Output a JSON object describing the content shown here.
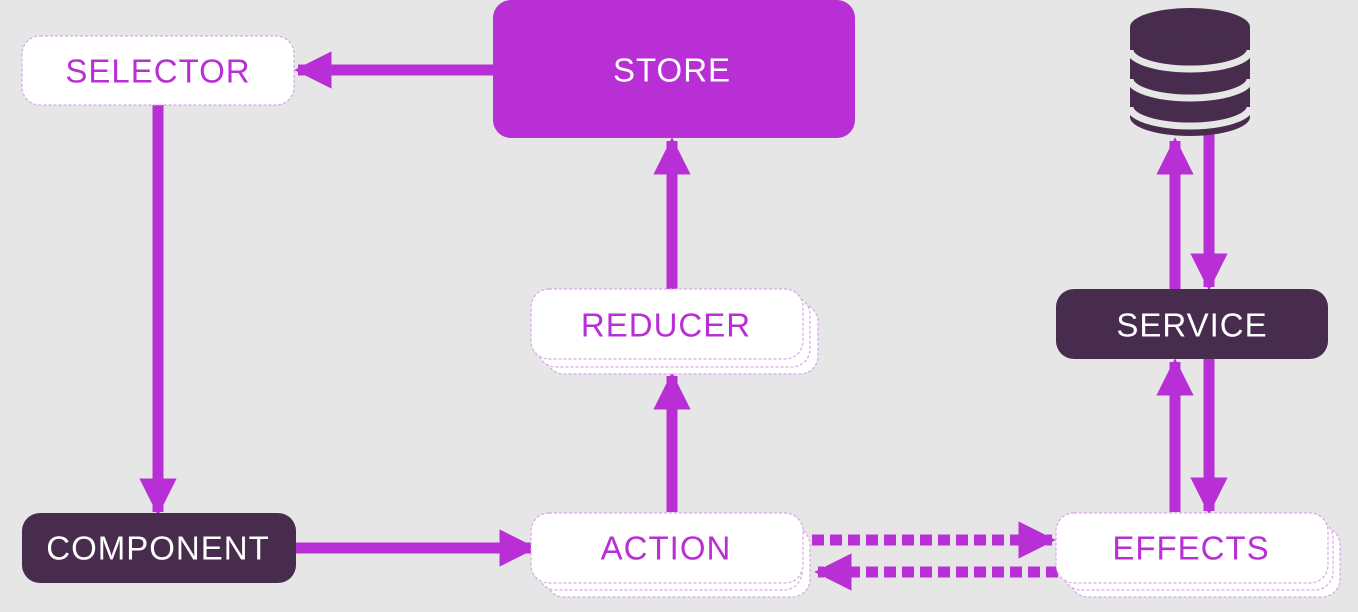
{
  "colors": {
    "background": "#e6e6e6",
    "accent": "#b92fd6",
    "dark": "#472c4d",
    "light_box": "#ffffff",
    "light_text": "#b92fd6",
    "dark_text": "#ffffff"
  },
  "nodes": {
    "selector": "SELECTOR",
    "store": "STORE",
    "reducer": "REDUCER",
    "service": "SERVICE",
    "component": "COMPONENT",
    "action": "ACTION",
    "effects": "EFFECTS"
  },
  "icons": {
    "database": "database-icon"
  },
  "edges": [
    {
      "from": "store",
      "to": "selector",
      "style": "solid"
    },
    {
      "from": "selector",
      "to": "component",
      "style": "solid"
    },
    {
      "from": "component",
      "to": "action",
      "style": "solid"
    },
    {
      "from": "action",
      "to": "reducer",
      "style": "solid"
    },
    {
      "from": "reducer",
      "to": "store",
      "style": "solid"
    },
    {
      "from": "action",
      "to": "effects",
      "style": "dashed"
    },
    {
      "from": "effects",
      "to": "action",
      "style": "dashed"
    },
    {
      "from": "effects",
      "to": "service",
      "style": "solid"
    },
    {
      "from": "service",
      "to": "effects",
      "style": "solid"
    },
    {
      "from": "service",
      "to": "database",
      "style": "solid"
    },
    {
      "from": "database",
      "to": "service",
      "style": "solid"
    }
  ]
}
